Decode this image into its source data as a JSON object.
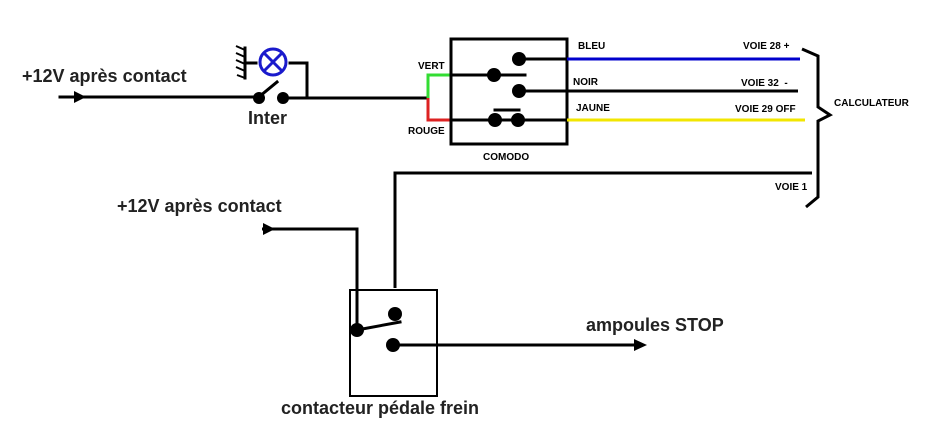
{
  "diagram": {
    "top_circuit": {
      "supply_label": "+12V après contact",
      "switch_label": "Inter",
      "wire_labels": {
        "green": "VERT",
        "red": "ROUGE"
      },
      "component_label": "COMODO",
      "outputs": [
        {
          "color_name": "BLEU",
          "target": "VOIE 28 +",
          "color": "#0000cc"
        },
        {
          "color_name": "NOIR",
          "target": "VOIE 32  -",
          "color": "#000000"
        },
        {
          "color_name": "JAUNE",
          "target": "VOIE 29 OFF",
          "color": "#f2e600"
        }
      ],
      "wire_colors": {
        "green": "#33dd33",
        "red": "#dd2222",
        "lamp": "#1a1acc"
      }
    },
    "ecu": {
      "label": "CALCULATEUR",
      "extra_input": "VOIE 1"
    },
    "bottom_circuit": {
      "supply_label": "+12V après contact",
      "component_label": "contacteur pédale frein",
      "output_label": "ampoules STOP"
    }
  }
}
